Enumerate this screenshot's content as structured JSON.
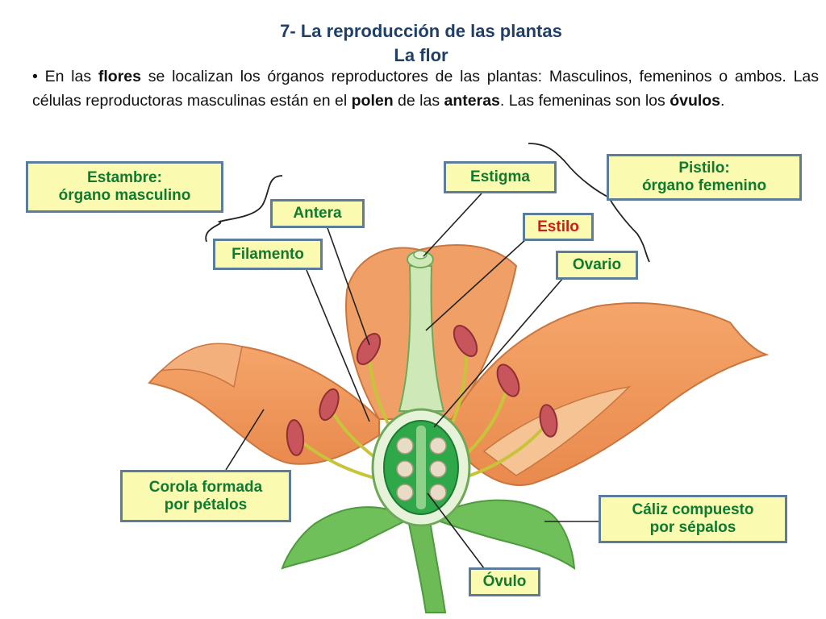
{
  "title": {
    "line1": "7-  La reproducción de las plantas",
    "line2": "La flor"
  },
  "paragraph": {
    "p1": "• En las ",
    "b1": "flores",
    "p2": " se localizan los órganos reproductores de las plantas: Masculinos, femeninos o ambos. Las células reproductoras masculinas están en el ",
    "b2": "polen",
    "p3": " de las ",
    "b3": "anteras",
    "p4": ". Las femeninas son los ",
    "b4": "óvulos",
    "p5": "."
  },
  "labels": {
    "estambre": [
      "Estambre:",
      "órgano masculino"
    ],
    "antera": "Antera",
    "filamento": "Filamento",
    "estigma": "Estigma",
    "pistilo": [
      "Pistilo:",
      "órgano femenino"
    ],
    "estilo": "Estilo",
    "ovario": "Ovario",
    "corola": [
      "Corola formada",
      "por pétalos"
    ],
    "caliz": [
      "Cáliz compuesto",
      "por sépalos"
    ],
    "ovulo": "Óvulo"
  },
  "colors": {
    "label_bg": "#fafab0",
    "label_border": "#5d7c99",
    "label_text": "#0f7a30",
    "label_text_highlight": "#d11a1a",
    "title": "#1f3f66",
    "petal": "#ef9a5e",
    "sepal": "#6fbf5a",
    "ovary": "#2fa84a",
    "anther": "#c8555c"
  }
}
